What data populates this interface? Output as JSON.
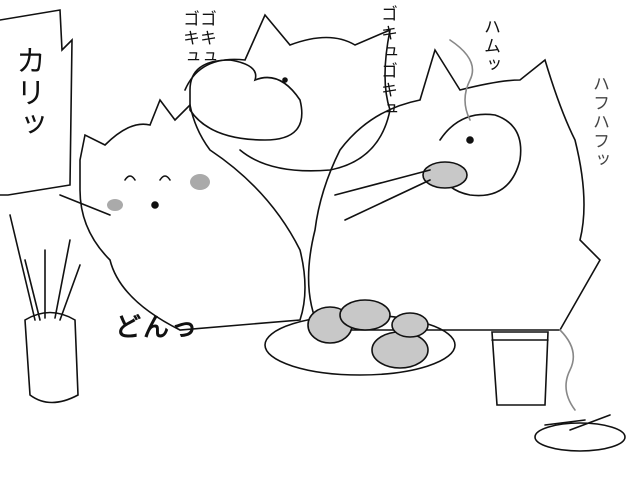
{
  "sfx": {
    "crunch": "カリッ",
    "gulp_left": "ゴキュゴキュ",
    "gulp_right": "ゴキュゴキュ",
    "munch": "ハムッ",
    "hot_breath": "ハフハフッ",
    "thud": "どんっ"
  },
  "colors": {
    "line": "#111111",
    "shade": "#c8c8c8",
    "blush": "#aaaaaa"
  }
}
